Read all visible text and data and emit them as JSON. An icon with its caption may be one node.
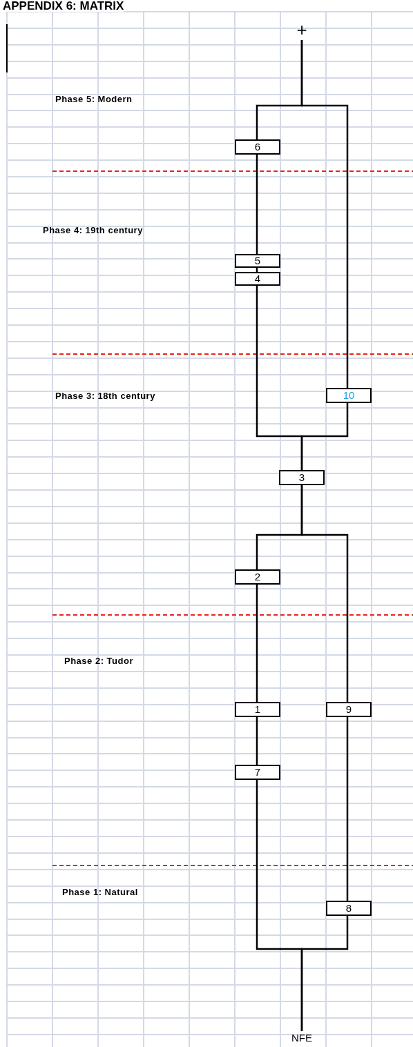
{
  "diagram": {
    "title": "APPENDIX 6: MATRIX",
    "nodes": [
      {
        "text": [
          "+"
        ]
      },
      {
        "text": [
          "6"
        ]
      },
      {
        "text": [
          "5"
        ]
      },
      {
        "text": [
          "4"
        ]
      },
      {
        "text": [
          "10"
        ]
      },
      {
        "text": [
          "3"
        ]
      },
      {
        "text": [
          "2"
        ]
      },
      {
        "text": [
          "1"
        ]
      },
      {
        "text": [
          "9"
        ]
      },
      {
        "text": [
          "7"
        ]
      },
      {
        "text": [
          "8"
        ]
      },
      {
        "text": [
          "NFE"
        ]
      }
    ],
    "edges": [
      {
        "from": 0,
        "to": 1,
        "arrow": "none"
      },
      {
        "from": 0,
        "to": 4,
        "arrow": "none"
      },
      {
        "from": 1,
        "to": 2,
        "arrow": "none"
      },
      {
        "from": 2,
        "to": 3,
        "arrow": "none"
      },
      {
        "from": 3,
        "to": 5,
        "arrow": "none"
      },
      {
        "from": 4,
        "to": 5,
        "arrow": "none"
      },
      {
        "from": 5,
        "to": 6,
        "arrow": "none"
      },
      {
        "from": 5,
        "to": 8,
        "arrow": "none"
      },
      {
        "from": 6,
        "to": 7,
        "arrow": "none"
      },
      {
        "from": 7,
        "to": 9,
        "arrow": "none"
      },
      {
        "from": 9,
        "to": 11,
        "arrow": "none"
      },
      {
        "from": 8,
        "to": 10,
        "arrow": "none"
      },
      {
        "from": 10,
        "to": 11,
        "arrow": "none"
      }
    ],
    "labels": [
      "Phase 5: Modern",
      "Phase 4: 19th century",
      "Phase 3: 18th century",
      "Phase 2: Tudor",
      "Phase 1: Natural"
    ]
  }
}
